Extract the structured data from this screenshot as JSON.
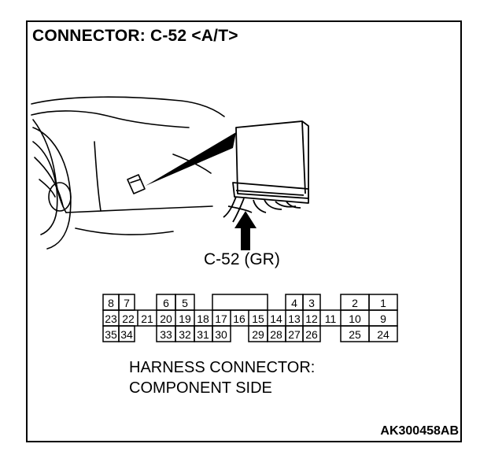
{
  "title": "CONNECTOR: C-52 <A/T>",
  "callout_label": "C-52 (GR)",
  "description_line1": "HARNESS CONNECTOR:",
  "description_line2": "COMPONENT SIDE",
  "reference_code": "AK300458AB",
  "connector_pins": {
    "row1": [
      "8",
      "7",
      "6",
      "5",
      "4",
      "3",
      "2",
      "1"
    ],
    "row2": [
      "23",
      "22",
      "21",
      "20",
      "19",
      "18",
      "17",
      "16",
      "15",
      "14",
      "13",
      "12",
      "11",
      "10",
      "9"
    ],
    "row3": [
      "35",
      "34",
      "33",
      "32",
      "31",
      "30",
      "29",
      "28",
      "27",
      "26",
      "25",
      "24"
    ]
  },
  "colors": {
    "line": "#000000",
    "background": "#ffffff"
  }
}
